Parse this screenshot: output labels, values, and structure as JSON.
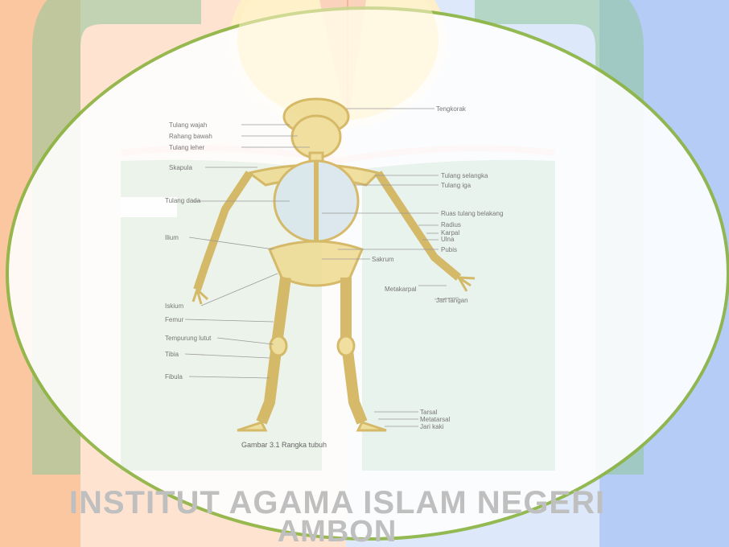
{
  "logo": {
    "institution_line1": "INSTITUT AGAMA ISLAM NEGERI",
    "institution_line2": "AMBON"
  },
  "figure": {
    "caption": "Gambar 3.1 Rangka tubuh",
    "labels_right": [
      "Tengkorak",
      "Tulang selangka",
      "Tulang iga",
      "Ruas tulang belakang",
      "Radius",
      "Karpal",
      "Ulna",
      "Pubis",
      "Sakrum",
      "Metakarpal",
      "Jari tangan",
      "Tarsal",
      "Metatarsal",
      "Jari kaki"
    ],
    "labels_left": [
      "Tulang wajah",
      "Rahang bawah",
      "Tulang leher",
      "Skapula",
      "Tulang dada",
      "Ilium",
      "Iskium",
      "Femur",
      "Tempurung lutut",
      "Tibia",
      "Fibula"
    ]
  },
  "colors": {
    "ellipse_stroke": "#8cb441",
    "logo_green": "#8fc79a",
    "logo_ribbon": "#f3a4a4",
    "logo_yellow": "#fff0c4",
    "bone": "#e7cf78"
  }
}
